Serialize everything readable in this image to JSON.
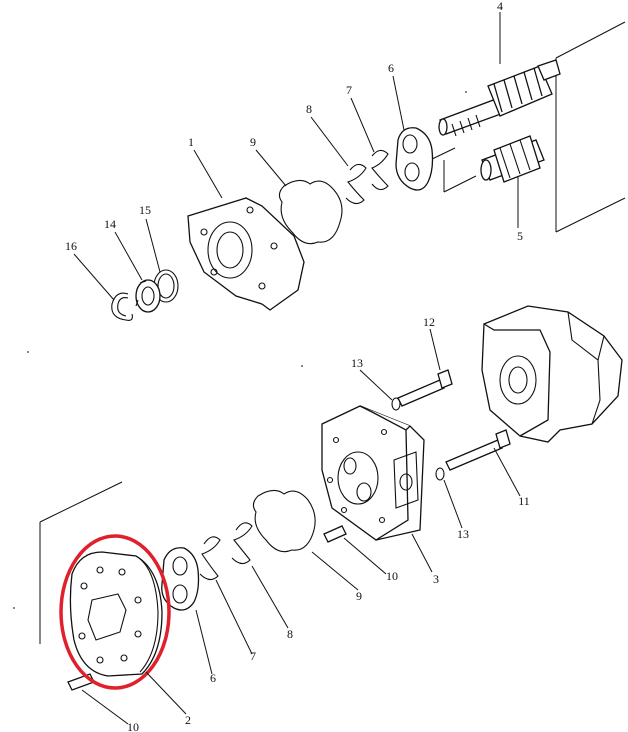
{
  "diagram": {
    "callouts": [
      "1",
      "2",
      "3",
      "4",
      "5",
      "6",
      "6",
      "7",
      "7",
      "8",
      "8",
      "9",
      "9",
      "10",
      "10",
      "11",
      "12",
      "13",
      "13",
      "14",
      "15",
      "16"
    ],
    "highlight_color": "#e0202a",
    "line_color": "#111111"
  }
}
